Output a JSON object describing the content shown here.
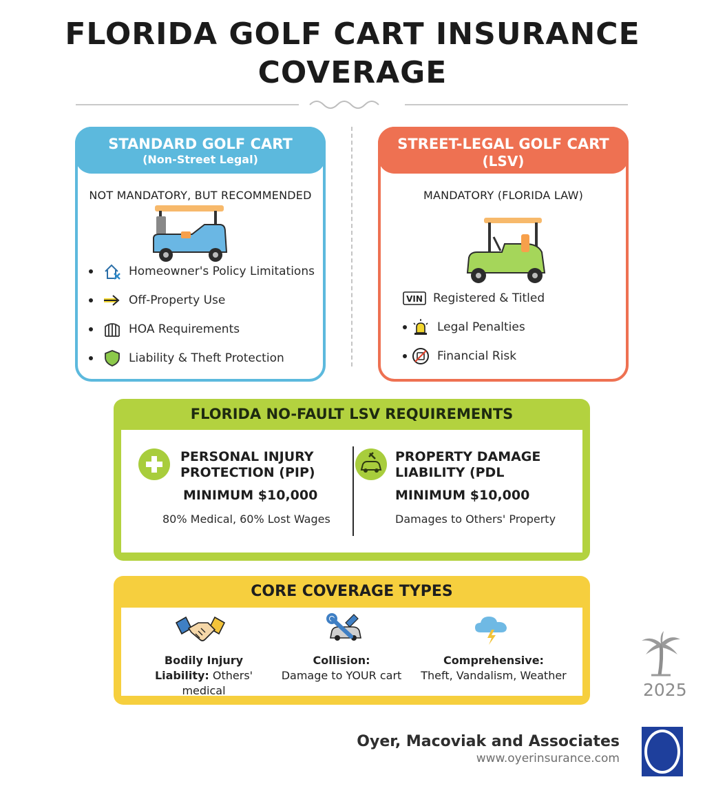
{
  "title": {
    "line1": "FLORIDA GOLF CART INSURANCE",
    "line2": "COVERAGE"
  },
  "standard": {
    "heading": "STANDARD GOLF CART",
    "subheading": "(Non-Street Legal)",
    "note": "NOT MANDATORY, BUT RECOMMENDED",
    "items": [
      {
        "label": "Homeowner's Policy Limitations",
        "icon": "house-x-icon"
      },
      {
        "label": "Off-Property Use",
        "icon": "arrow-right-icon"
      },
      {
        "label": "HOA Requirements",
        "icon": "gate-icon"
      },
      {
        "label": "Liability & Theft Protection",
        "icon": "shield-icon"
      }
    ]
  },
  "street": {
    "heading": "STREET-LEGAL GOLF CART",
    "subheading": "(LSV)",
    "note": "MANDATORY (FLORIDA LAW)",
    "items": [
      {
        "label": "Registered & Titled",
        "icon": "vin-icon",
        "icon_text": "VIN"
      },
      {
        "label": "Legal Penalties",
        "icon": "siren-icon"
      },
      {
        "label": "Financial Risk",
        "icon": "no-money-icon"
      }
    ]
  },
  "nofault": {
    "heading": "FLORIDA NO-FAULT LSV REQUIREMENTS",
    "pip": {
      "title_line1": "PERSONAL INJURY",
      "title_line2": "PROTECTION (PIP)",
      "minimum": "MINIMUM $10,000",
      "desc": "80% Medical, 60% Lost Wages"
    },
    "pdl": {
      "title_line1": "PROPERTY DAMAGE",
      "title_line2": "LIABILITY (PDL",
      "minimum": "MINIMUM $10,000",
      "desc": "Damages to Others' Property"
    }
  },
  "core": {
    "heading": "CORE COVERAGE TYPES",
    "items": [
      {
        "name_line1": "Bodily Injury",
        "name_line2": "Liability:",
        "desc": " Others' medical",
        "icon": "handshake-icon"
      },
      {
        "name_line1": "Collision:",
        "desc": "Damage to YOUR cart",
        "icon": "car-wrench-icon"
      },
      {
        "name_line1": "Comprehensive:",
        "desc": "Theft, Vandalism, Weather",
        "icon": "storm-cloud-icon"
      }
    ]
  },
  "year": "2025",
  "company": {
    "name": "Oyer, Macoviak and Associates",
    "url": "www.oyerinsurance.com"
  },
  "colors": {
    "blue": "#5cb9dd",
    "orange": "#ee7152",
    "green": "#b3d23f",
    "yellow": "#f6cf3e",
    "navy": "#1e3f9c"
  }
}
